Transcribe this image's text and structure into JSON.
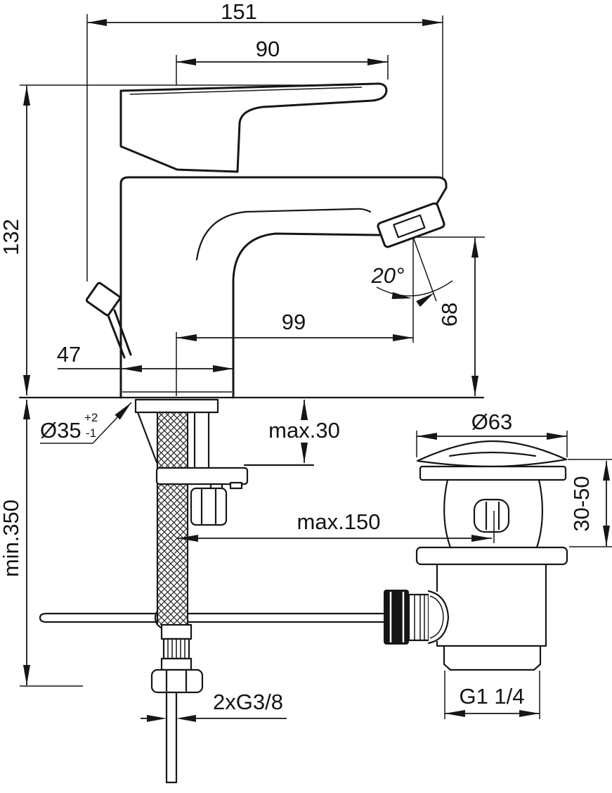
{
  "drawing": {
    "line_color": "#161616",
    "background_color": "#ffffff"
  },
  "dimensions": {
    "faucet": {
      "overall_width": "151",
      "handle_length": "90",
      "height_above_deck": "132",
      "body_width": "47",
      "spout_reach": "99",
      "spout_outlet_height": "68",
      "spout_angle": "20°",
      "hole_diameter": "Ø35",
      "hole_tolerance_upper": "+2",
      "hole_tolerance_lower": "-1"
    },
    "installation": {
      "max_deck_thickness": "max.30",
      "min_clearance_below_deck": "min.350",
      "max_rod_reach": "max.150",
      "supply_connection_thread": "2xG3/8"
    },
    "waste": {
      "plug_diameter": "Ø63",
      "adjustment_range": "30-50",
      "outlet_thread": "G1 1/4"
    }
  }
}
